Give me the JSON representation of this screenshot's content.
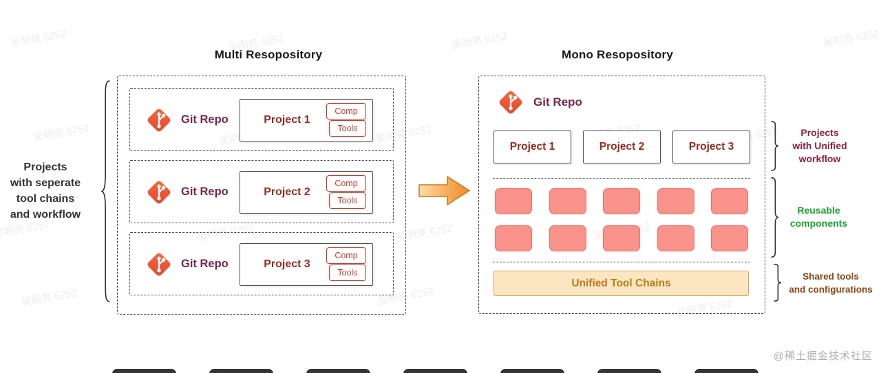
{
  "titles": {
    "multi": "Multi Resopository",
    "mono": "Mono Resopository"
  },
  "side_labels": {
    "left": {
      "lines": [
        "Projects",
        "with seperate",
        "tool chains",
        "and workflow"
      ]
    },
    "right": [
      {
        "lines": [
          "Projects",
          "with Unified",
          "workflow"
        ]
      },
      {
        "lines": [
          "Reusable",
          "components"
        ]
      },
      {
        "lines": [
          "Shared tools",
          "and configurations"
        ]
      }
    ]
  },
  "multi": {
    "rows": [
      {
        "repo_label": "Git Repo",
        "project": "Project 1",
        "comp": "Comp",
        "tools": "Tools"
      },
      {
        "repo_label": "Git Repo",
        "project": "Project 2",
        "comp": "Comp",
        "tools": "Tools"
      },
      {
        "repo_label": "Git Repo",
        "project": "Project 3",
        "comp": "Comp",
        "tools": "Tools"
      }
    ]
  },
  "mono": {
    "repo_label": "Git Repo",
    "projects": [
      "Project 1",
      "Project 2",
      "Project 3"
    ],
    "component_grid": {
      "rows": 2,
      "per_row": 5
    },
    "toolchain_label": "Unified Tool Chains"
  },
  "watermarks": {
    "tile": "吴明亮 6252",
    "footer": "@稀土掘金技术社区"
  },
  "colors": {
    "git-orange": "#F05133",
    "git-orange-dark": "#E0492C",
    "repo-text": "#7A2449",
    "project-text": "#9B2A1E",
    "chip-red": "#C43B2A",
    "component-pink": "#F9928B",
    "component-border": "#EF7066",
    "toolchain-bg": "#FCE6C2",
    "toolchain-border": "#DDA24F",
    "toolchain-text": "#C17A18",
    "label-maroon": "#8E203B",
    "label-green": "#1CA32C",
    "label-brown": "#8C4716",
    "border-dark": "#3D3D3D",
    "arrow-light": "#FBDCA6",
    "arrow-dark": "#EF8C2B",
    "arrow-stroke": "#C9791E"
  }
}
